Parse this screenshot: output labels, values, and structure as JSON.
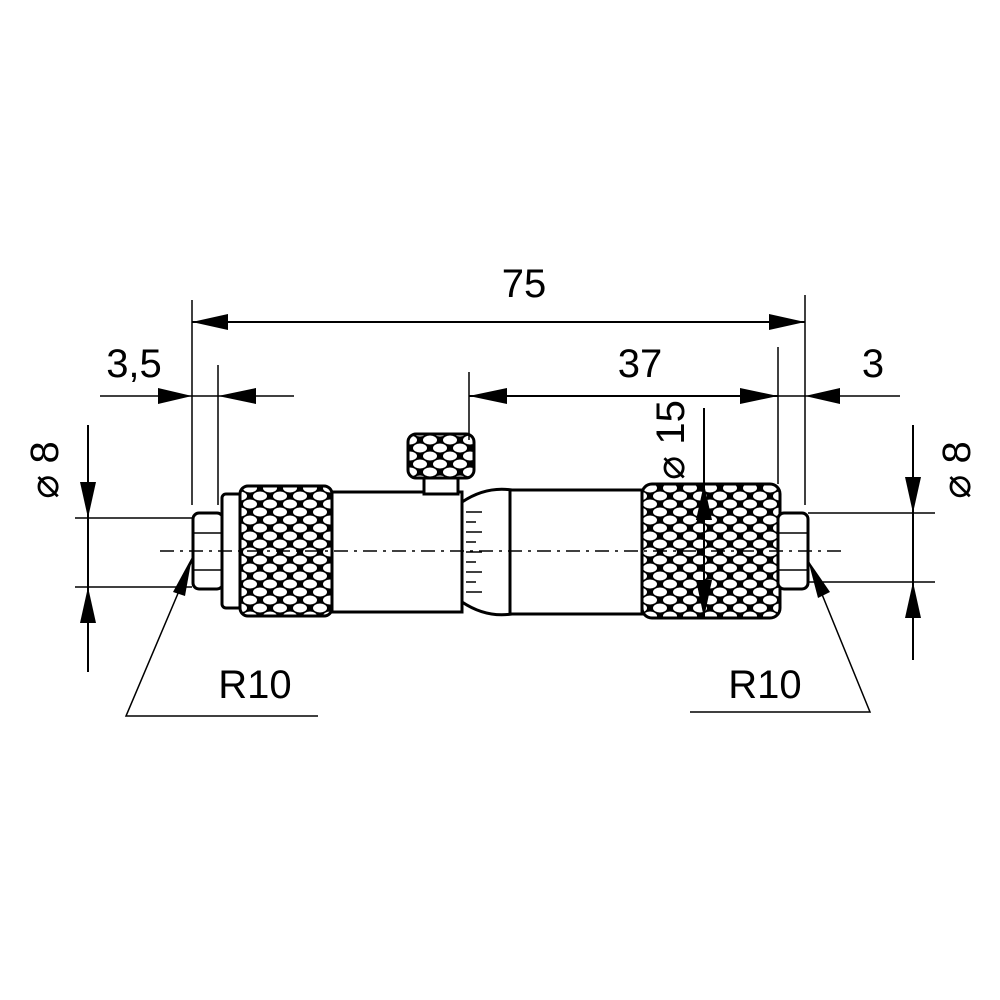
{
  "labels": {
    "overall_length": "75",
    "left_tip_length": "3,5",
    "right_section_length": "37",
    "right_tip_length": "3",
    "left_tip_diameter": "⌀ 8",
    "right_tip_diameter": "⌀ 8",
    "body_diameter": "⌀ 15",
    "left_radius": "R10",
    "right_radius": "R10"
  },
  "colors": {
    "ink": "#000000",
    "paper": "#ffffff"
  }
}
